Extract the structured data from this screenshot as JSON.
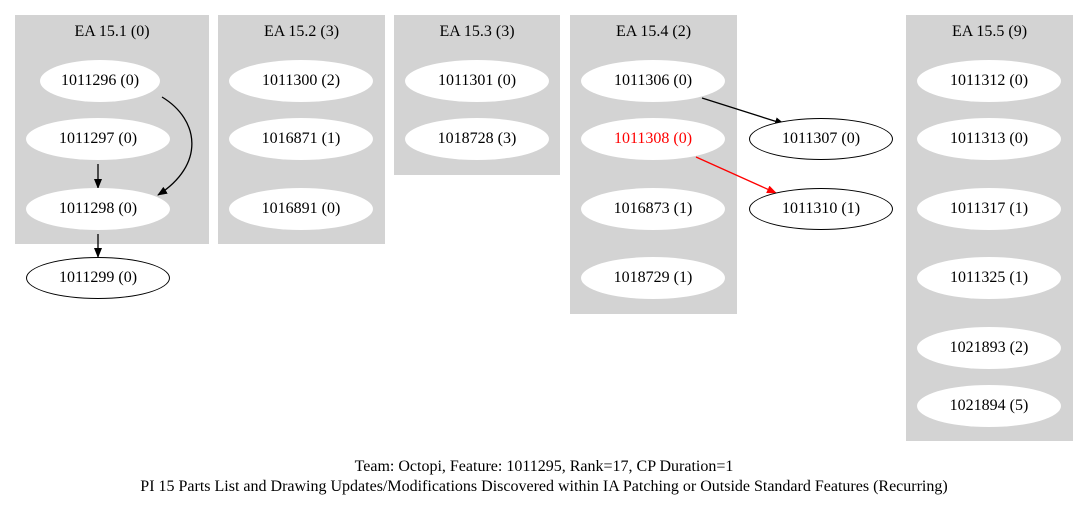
{
  "clusters": [
    {
      "id": "c1",
      "label": "EA 15.1 (0)"
    },
    {
      "id": "c2",
      "label": "EA 15.2 (3)"
    },
    {
      "id": "c3",
      "label": "EA 15.3 (3)"
    },
    {
      "id": "c4",
      "label": "EA 15.4 (2)"
    },
    {
      "id": "c5",
      "label": "EA 15.5 (9)"
    }
  ],
  "nodes": [
    {
      "id": "n1011296",
      "label": "1011296 (0)"
    },
    {
      "id": "n1011297",
      "label": "1011297 (0)"
    },
    {
      "id": "n1011298",
      "label": "1011298 (0)"
    },
    {
      "id": "n1011299",
      "label": "1011299 (0)"
    },
    {
      "id": "n1011300",
      "label": "1011300 (2)"
    },
    {
      "id": "n1016871",
      "label": "1016871 (1)"
    },
    {
      "id": "n1016891",
      "label": "1016891 (0)"
    },
    {
      "id": "n1011301",
      "label": "1011301 (0)"
    },
    {
      "id": "n1018728",
      "label": "1018728 (3)"
    },
    {
      "id": "n1011306",
      "label": "1011306 (0)"
    },
    {
      "id": "n1011308",
      "label": "1011308 (0)",
      "color": "#ff0000"
    },
    {
      "id": "n1016873",
      "label": "1016873 (1)"
    },
    {
      "id": "n1018729",
      "label": "1018729 (1)"
    },
    {
      "id": "n1011307",
      "label": "1011307 (0)"
    },
    {
      "id": "n1011310",
      "label": "1011310 (1)"
    },
    {
      "id": "n1011312",
      "label": "1011312 (0)"
    },
    {
      "id": "n1011313",
      "label": "1011313 (0)"
    },
    {
      "id": "n1011317",
      "label": "1011317 (1)"
    },
    {
      "id": "n1011325",
      "label": "1011325 (1)"
    },
    {
      "id": "n1021893",
      "label": "1021893 (2)"
    },
    {
      "id": "n1021894",
      "label": "1021894 (5)"
    }
  ],
  "edges": [
    {
      "from": "1011296 (0)",
      "to": "1011298 (0)",
      "color": "#000000"
    },
    {
      "from": "1011297 (0)",
      "to": "1011298 (0)",
      "color": "#000000"
    },
    {
      "from": "1011298 (0)",
      "to": "1011299 (0)",
      "color": "#000000"
    },
    {
      "from": "1011306 (0)",
      "to": "1011307 (0)",
      "color": "#000000"
    },
    {
      "from": "1011308 (0)",
      "to": "1011310 (1)",
      "color": "#ff0000"
    }
  ],
  "caption": {
    "line1": "Team: Octopi, Feature: 1011295, Rank=17, CP Duration=1",
    "line2": "PI 15 Parts List and Drawing Updates/Modifications Discovered within IA Patching or Outside Standard Features (Recurring)"
  }
}
